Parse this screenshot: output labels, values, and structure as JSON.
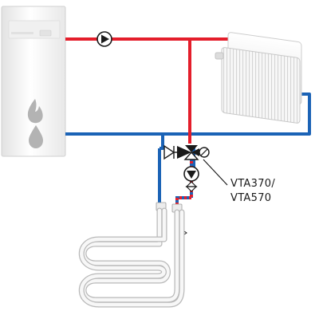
{
  "labels": {
    "model_line1": "VTA370/",
    "model_line2": "VTA570"
  },
  "colors": {
    "supply": "#e41e2b",
    "return": "#1b63b6",
    "pipe_light": "#f4f4f4",
    "boiler_body": "#f6f6f6",
    "icon_gray": "#b3b3b3"
  },
  "icons": {
    "boiler": "boiler-icon",
    "flame": "flame-icon",
    "drop": "water-drop-icon",
    "pump": "circulation-pump-icon",
    "radiator": "radiator-icon",
    "mixing_valve": "thermostatic-mixing-valve-icon",
    "check_valve": "check-valve-icon",
    "shutoff_valve": "shutoff-valve-icon",
    "sensor": "temperature-sensor-icon",
    "floor_loop": "underfloor-heating-loop"
  }
}
